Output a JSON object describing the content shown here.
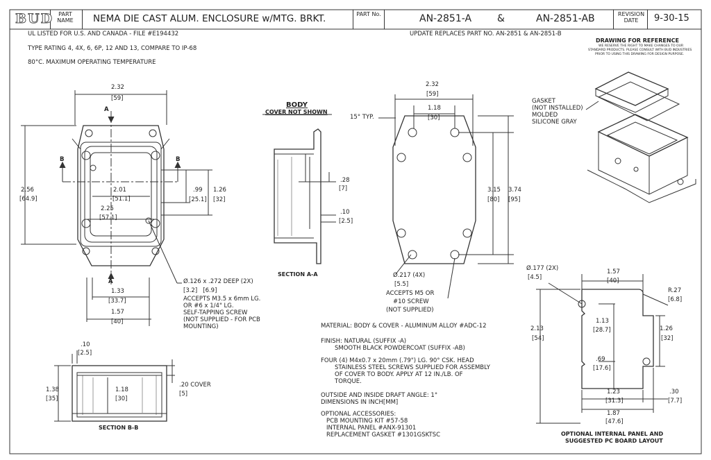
{
  "header": {
    "logo_text": "BUD",
    "part_name_label": "PART NAME",
    "part_name": "NEMA DIE CAST ALUM. ENCLOSURE w/MTG. BRKT.",
    "part_no_label": "PART No.",
    "part_no_a": "AN-2851-A",
    "ampersand": "&",
    "part_no_b": "AN-2851-AB",
    "revision_label": "REVISION DATE",
    "revision_date": "9-30-15"
  },
  "notes_top": {
    "ul": "UL LISTED FOR U.S. AND CANADA - FILE #E194432",
    "type_rating": "TYPE RATING 4, 4X, 6, 6P, 12 AND 13, COMPARE TO IP-68",
    "temp": "80°C. MAXIMUM OPERATING TEMPERATURE",
    "update": "UPDATE REPLACES PART NO. AN-2851 & AN-2851-B"
  },
  "reference": {
    "title": "DRAWING FOR REFERENCE",
    "line1": "WE RESERVE THE RIGHT TO MAKE CHANGES TO OUR",
    "line2": "STANDARD PRODUCTS. PLEASE CONSULT WITH BUD INDUSTRIES",
    "line3": "PRIOR TO USING THIS DRAWING FOR DESIGN PURPOSE."
  },
  "top_view": {
    "width_in": "2.32",
    "width_mm": "[59]",
    "height_in": "2.56",
    "height_mm": "[64.9]",
    "inner_w_in": "2.01",
    "inner_w_mm": "[51.1]",
    "inner_w2_in": "2.25",
    "inner_w2_mm": "[57.1]",
    "h99_in": ".99",
    "h99_mm": "[25.1]",
    "h126_in": "1.26",
    "h126_mm": "[32]",
    "w133_in": "1.33",
    "w133_mm": "[33.7]",
    "w157_in": "1.57",
    "w157_mm": "[40]",
    "section_a": "A",
    "section_b": "B",
    "hole_callout": "Ø.126 x .272 DEEP (2X)",
    "hole_mm": "[3.2]   [6.9]",
    "screw_1": "ACCEPTS M3.5 x 6mm LG.",
    "screw_2": "OR #6 x 1/4\" LG.",
    "screw_3": "SELF-TAPPING SCREW",
    "screw_4": "(NOT SUPPLIED - FOR PCB",
    "screw_5": "MOUNTING)"
  },
  "section_aa": {
    "title": "BODY",
    "subtitle": "COVER NOT SHOWN",
    "d28_in": ".28",
    "d28_mm": "[7]",
    "d10_in": ".10",
    "d10_mm": "[2.5]",
    "label": "SECTION A-A"
  },
  "bottom_view": {
    "width_in": "2.32",
    "width_mm": "[59]",
    "w118_in": "1.18",
    "w118_mm": "[30]",
    "angle": "15° TYP.",
    "h315_in": "3.15",
    "h315_mm": "[80]",
    "h374_in": "3.74",
    "h374_mm": "[95]",
    "hole_callout": "Ø.217 (4X)",
    "hole_mm": "[5.5]",
    "screw_1": "ACCEPTS M5 OR",
    "screw_2": "#10 SCREW",
    "screw_3": "(NOT SUPPLIED)"
  },
  "iso_view": {
    "gasket_1": "GASKET",
    "gasket_2": "(NOT INSTALLED)",
    "gasket_3": "MOLDED",
    "gasket_4": "SILICONE GRAY"
  },
  "section_bb": {
    "d10_in": ".10",
    "d10_mm": "[2.5]",
    "h138_in": "1.38",
    "h138_mm": "[35]",
    "h118_in": "1.18",
    "h118_mm": "[30]",
    "cover_in": ".20 COVER",
    "cover_mm": "[5]",
    "label": "SECTION B-B"
  },
  "specs": {
    "material": "MATERIAL: BODY & COVER - ALUMINUM ALLOY #ADC-12",
    "finish_1": "FINISH: NATURAL (SUFFIX -A)",
    "finish_2": "SMOOTH BLACK POWDERCOAT (SUFFIX -AB)",
    "four_1": "FOUR (4) M4x0.7 x 20mm (.79\") LG. 90° CSK. HEAD",
    "four_2": "STAINLESS STEEL SCREWS SUPPLIED FOR ASSEMBLY",
    "four_3": "OF COVER TO BODY. APPLY AT 12 IN./LB. OF",
    "four_4": "TORQUE.",
    "draft_1": "OUTSIDE AND INSIDE DRAFT ANGLE: 1°",
    "draft_2": "DIMENSIONS IN INCH[MM]",
    "acc_1": "OPTIONAL ACCESSORIES:",
    "acc_2": "PCB MOUNTING KIT #57-58",
    "acc_3": "INTERNAL PANEL #ANX-91301",
    "acc_4": "REPLACEMENT GASKET #1301GSKTSC"
  },
  "panel_view": {
    "hole_callout": "Ø.177 (2X)",
    "hole_mm": "[4.5]",
    "w157_in": "1.57",
    "w157_mm": "[40]",
    "r_in": "R.27",
    "r_mm": "[6.8]",
    "h213_in": "2.13",
    "h213_mm": "[54]",
    "h113_in": "1.13",
    "h113_mm": "[28.7]",
    "h126_in": "1.26",
    "h126_mm": "[32]",
    "h69_in": ".69",
    "h69_mm": "[17.6]",
    "w123_in": "1.23",
    "w123_mm": "[31.3]",
    "w30_in": ".30",
    "w30_mm": "[7.7]",
    "w187_in": "1.87",
    "w187_mm": "[47.6]",
    "title_1": "OPTIONAL INTERNAL PANEL AND",
    "title_2": "SUGGESTED PC BOARD LAYOUT"
  }
}
